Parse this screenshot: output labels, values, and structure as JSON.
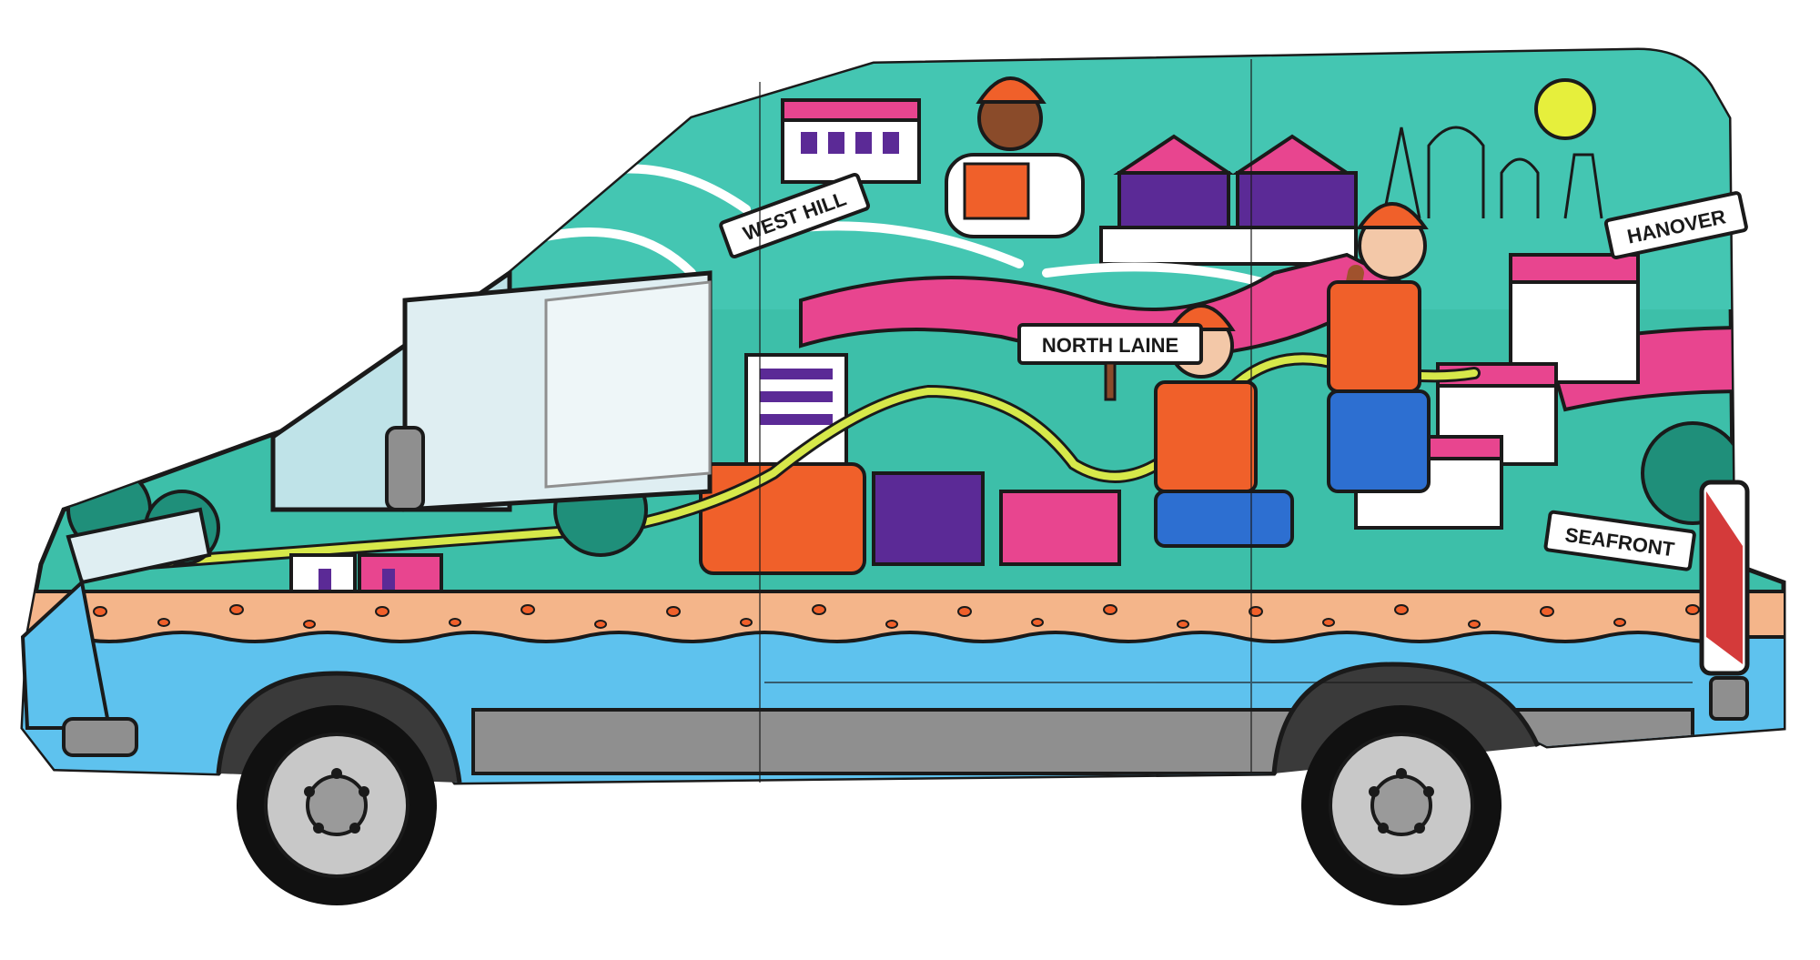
{
  "signs": {
    "west_hill": "WEST HILL",
    "north_laine": "NORTH LAINE",
    "hanover": "HANOVER",
    "seafront": "SEAFRONT"
  },
  "colors": {
    "teal": "#3dbfa9",
    "teal_dark": "#1f8f7a",
    "pink": "#e8458f",
    "purple": "#5b2a96",
    "orange": "#f0602a",
    "yellow_green": "#d7e84a",
    "sky_blue": "#5ec2ee",
    "grey": "#8f8f8f",
    "sun": "#e6ef3c"
  }
}
